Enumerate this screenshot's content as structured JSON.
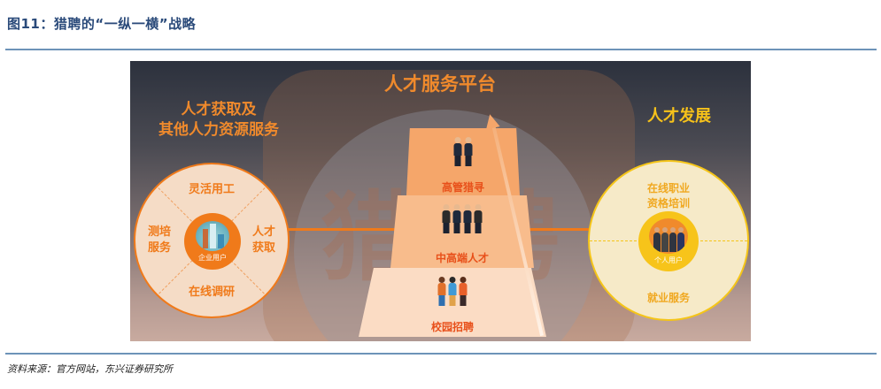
{
  "header": {
    "title": "图11：猎聘的“一纵一横”战略"
  },
  "figure": {
    "watermark": [
      "猎",
      "聘"
    ],
    "left": {
      "title_line1": "人才获取及",
      "title_line2": "其他人力资源服务",
      "segments": {
        "top": "灵活用工",
        "right_line1": "人才",
        "right_line2": "获取",
        "bottom": "在线调研",
        "left_line1": "测培",
        "left_line2": "服务"
      },
      "core_label": "企业用户",
      "core_icon": "city-buildings-icon",
      "colors": {
        "accent": "#f07a1a",
        "fill": "#f5dcc6"
      }
    },
    "center": {
      "title": "人才服务平台",
      "tiers": [
        {
          "label": "高管猎寻",
          "icon": "handshake-executives-icon",
          "color": "#f5a66a"
        },
        {
          "label": "中高端人才",
          "icon": "business-team-icon",
          "color": "#f8bc8c"
        },
        {
          "label": "校园招聘",
          "icon": "students-icon",
          "color": "#fbdcc4"
        }
      ],
      "label_color": "#e8501a",
      "arrow_icon": "upward-arrow-icon"
    },
    "right": {
      "title": "人才发展",
      "top_line1": "在线职业",
      "top_line2": "资格培训",
      "bottom": "就业服务",
      "core_label": "个人用户",
      "core_icon": "people-group-icon",
      "colors": {
        "accent": "#f5c518",
        "fill": "#f6eac8",
        "text": "#f0a820"
      }
    }
  },
  "footer": {
    "source": "资料来源：官方网站，东兴证券研究所"
  }
}
